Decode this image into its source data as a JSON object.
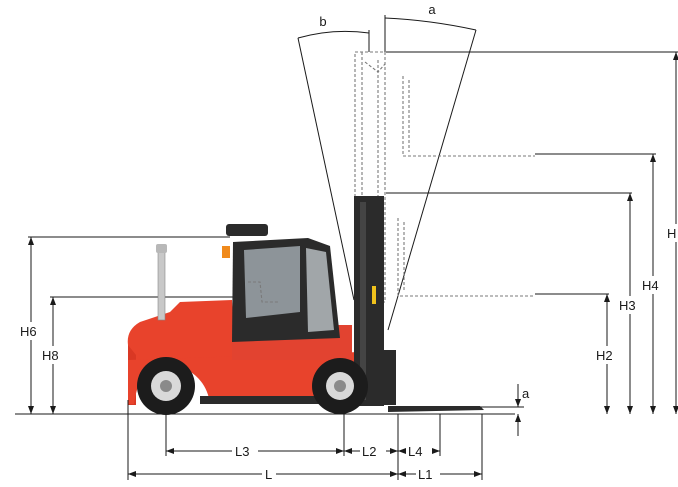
{
  "labels": {
    "b": "b",
    "a_tilt": "a",
    "H": "H",
    "H4": "H4",
    "H3": "H3",
    "H2": "H2",
    "H6": "H6",
    "H8": "H8",
    "a_ground": "a",
    "L3": "L3",
    "L2": "L2",
    "L4": "L4",
    "L": "L",
    "L1": "L1"
  },
  "colors": {
    "body": "#e8432c",
    "body_dark": "#b52a1a",
    "mast": "#2b2b2b",
    "tire": "#1c1c1c",
    "rim": "#d9d9d9",
    "cab_glass": "#9fa7ad",
    "line": "#1a1a1a",
    "ghost": "#7a7a7a",
    "beacon": "#f08a1c"
  },
  "icons": {
    "vehicle": "forklift-truck"
  }
}
